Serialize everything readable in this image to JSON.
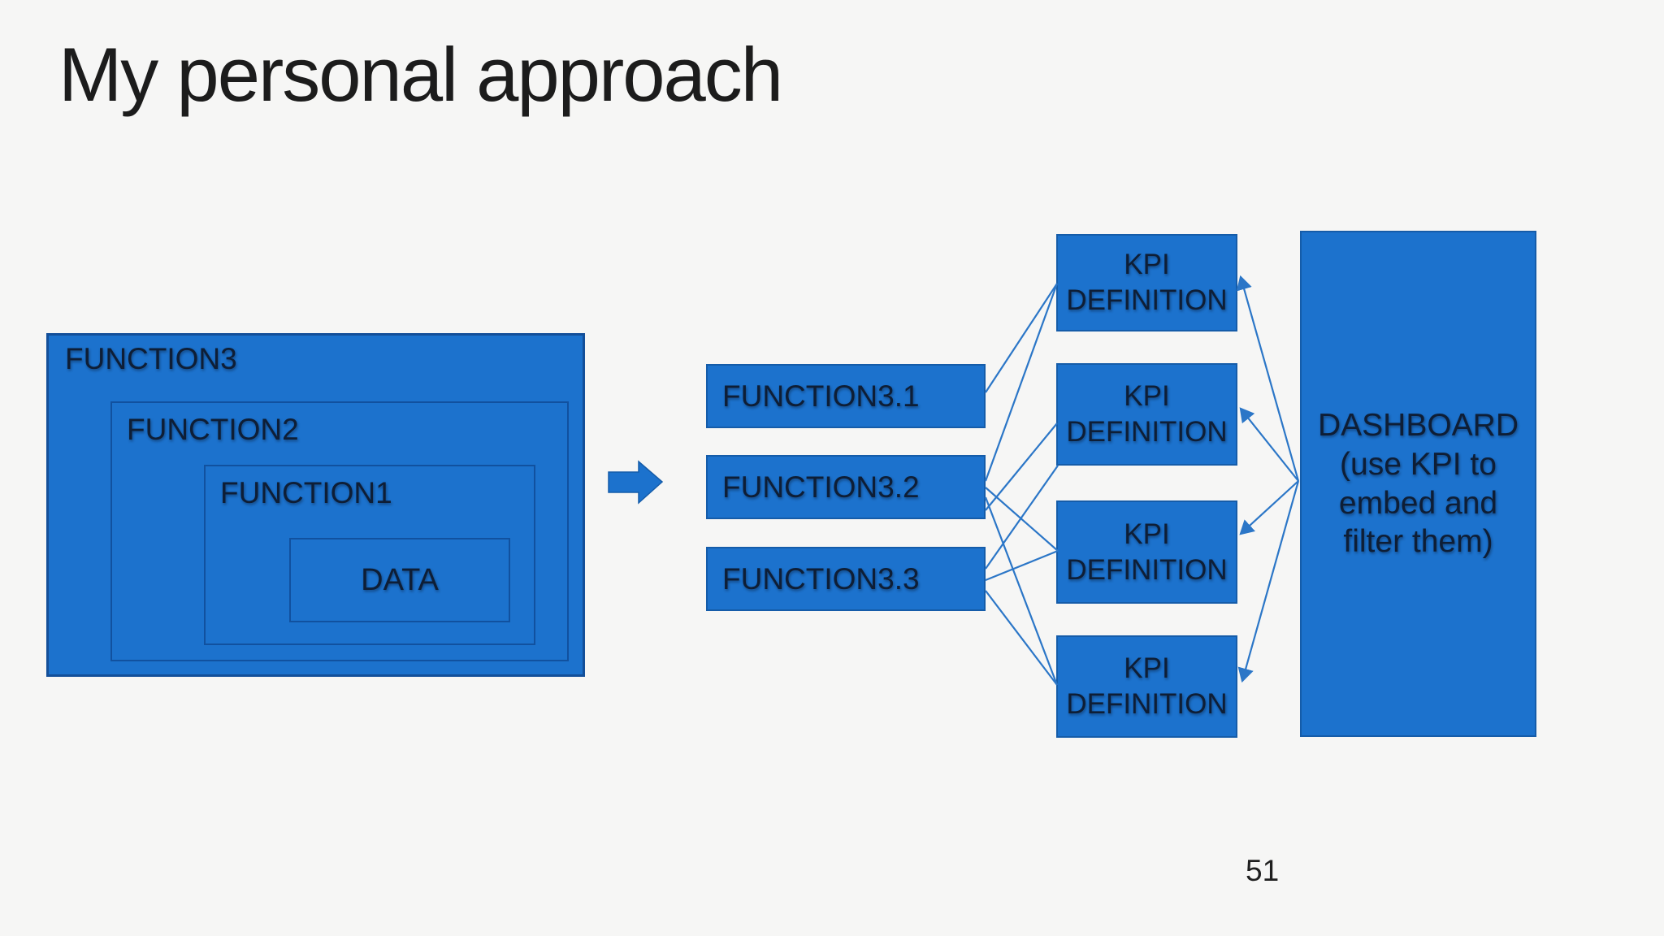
{
  "slide": {
    "title": "My personal approach",
    "page_number": "51"
  },
  "nested_boxes": {
    "outer": "FUNCTION3",
    "middle": "FUNCTION2",
    "inner": "FUNCTION1",
    "core": "DATA"
  },
  "function_items": [
    {
      "label": "FUNCTION3.1"
    },
    {
      "label": "FUNCTION3.2"
    },
    {
      "label": "FUNCTION3.3"
    }
  ],
  "kpi_items": [
    {
      "line1": "KPI",
      "line2": "DEFINITION"
    },
    {
      "line1": "KPI",
      "line2": "DEFINITION"
    },
    {
      "line1": "KPI",
      "line2": "DEFINITION"
    },
    {
      "line1": "KPI",
      "line2": "DEFINITION"
    }
  ],
  "dashboard": {
    "line1": "DASHBOARD",
    "line2": "(use KPI to",
    "line3": "embed and",
    "line4": "filter them)"
  },
  "connections": [
    {
      "from": "FUNCTION3.1",
      "to": "KPI DEFINITION 1",
      "arrowhead": false
    },
    {
      "from": "FUNCTION3.2",
      "to": "KPI DEFINITION 1",
      "arrowhead": false
    },
    {
      "from": "FUNCTION3.2",
      "to": "KPI DEFINITION 2",
      "arrowhead": false
    },
    {
      "from": "FUNCTION3.2",
      "to": "KPI DEFINITION 3",
      "arrowhead": false
    },
    {
      "from": "FUNCTION3.2",
      "to": "KPI DEFINITION 4",
      "arrowhead": false
    },
    {
      "from": "FUNCTION3.3",
      "to": "KPI DEFINITION 2",
      "arrowhead": false
    },
    {
      "from": "FUNCTION3.3",
      "to": "KPI DEFINITION 3",
      "arrowhead": false
    },
    {
      "from": "FUNCTION3.3",
      "to": "KPI DEFINITION 4",
      "arrowhead": false
    },
    {
      "from": "DASHBOARD",
      "to": "KPI DEFINITION 1",
      "arrowhead": true
    },
    {
      "from": "DASHBOARD",
      "to": "KPI DEFINITION 2",
      "arrowhead": true
    },
    {
      "from": "DASHBOARD",
      "to": "KPI DEFINITION 3",
      "arrowhead": true
    },
    {
      "from": "DASHBOARD",
      "to": "KPI DEFINITION 4",
      "arrowhead": true
    }
  ],
  "colors": {
    "background": "#f6f6f5",
    "box_fill": "#1c72cd",
    "box_border": "#155ca9",
    "nested_border": "#11519f",
    "connector": "#2b76c7",
    "box_text": "#0e1e36",
    "title_text": "#1c1c1c"
  }
}
